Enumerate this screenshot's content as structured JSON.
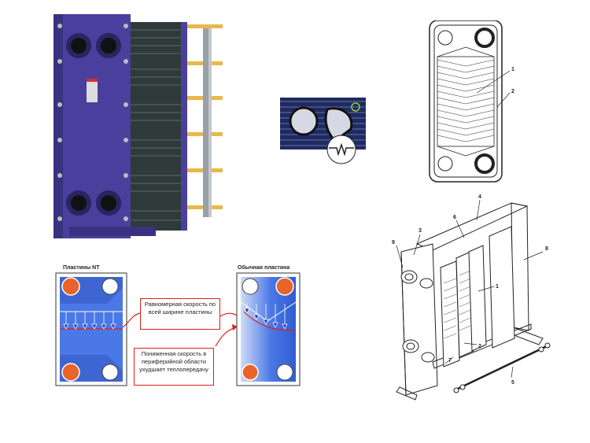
{
  "nt_plate": {
    "title": "Пластины NT",
    "callout_uniform": "Равномерная скорость по всей ширине пластины"
  },
  "standard_plate": {
    "title": "Обычная пластина",
    "callout_reduced": "Пониженная скорость в периферийной области ухудшает теплопередачу"
  },
  "plate_drawing": {
    "labels": [
      "1",
      "2"
    ]
  },
  "assembly_drawing": {
    "labels": [
      "1",
      "2",
      "3",
      "4",
      "5",
      "6",
      "7",
      "8",
      "9"
    ]
  },
  "colors": {
    "frame_purple": "#4a3f9c",
    "rod_yellow": "#e8b84a",
    "flow_blue": "#4a78e6",
    "port_orange": "#e8642a",
    "callout_red": "#e0201a"
  }
}
